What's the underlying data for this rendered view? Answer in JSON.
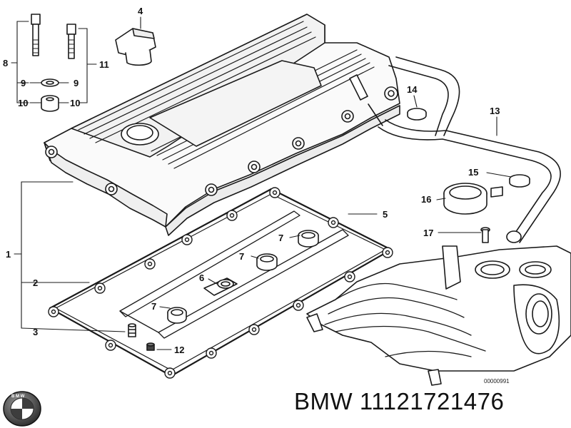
{
  "diagram": {
    "callouts": [
      {
        "id": "c1",
        "text": "1"
      },
      {
        "id": "c2",
        "text": "2"
      },
      {
        "id": "c3",
        "text": "3"
      },
      {
        "id": "c4",
        "text": "4"
      },
      {
        "id": "c5",
        "text": "5"
      },
      {
        "id": "c6",
        "text": "6"
      },
      {
        "id": "c7a",
        "text": "7"
      },
      {
        "id": "c7b",
        "text": "7"
      },
      {
        "id": "c7c",
        "text": "7"
      },
      {
        "id": "c8",
        "text": "8"
      },
      {
        "id": "c9a",
        "text": "9"
      },
      {
        "id": "c9b",
        "text": "9"
      },
      {
        "id": "c10a",
        "text": "10"
      },
      {
        "id": "c10b",
        "text": "10"
      },
      {
        "id": "c11",
        "text": "11"
      },
      {
        "id": "c12",
        "text": "12"
      },
      {
        "id": "c13",
        "text": "13"
      },
      {
        "id": "c14",
        "text": "14"
      },
      {
        "id": "c15",
        "text": "15"
      },
      {
        "id": "c16",
        "text": "16"
      },
      {
        "id": "c17",
        "text": "17"
      }
    ],
    "reference_code": "00000991"
  },
  "footer": {
    "brand_part": "BMW 11121721476"
  },
  "colors": {
    "line": "#1a1a1a",
    "fill": "#ffffff",
    "shade": "#e6e6e6"
  }
}
